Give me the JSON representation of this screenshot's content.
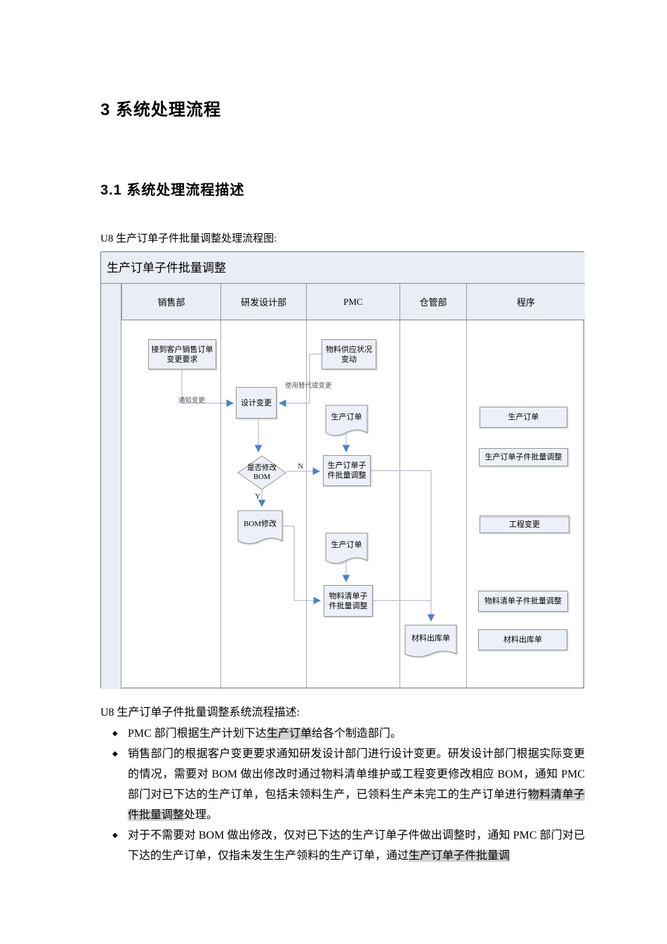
{
  "page": {
    "heading1": "3 系统处理流程",
    "heading2": "3.1 系统处理流程描述",
    "chart_caption": "U8 生产订单子件批量调整处理流程图:"
  },
  "flowchart": {
    "title": "生产订单子件批量调整",
    "lanes": [
      "销售部",
      "研发设计部",
      "PMC",
      "仓管部",
      "程序"
    ],
    "nodes": {
      "sales_request": "接到客户销售订单变更要求",
      "material_supply": "物料供应状况变动",
      "design_change": "设计变更",
      "decision_bom": "是否修改BOM",
      "bom_modify": "BOM修改",
      "prod_order_doc1": "生产订单",
      "prod_order_adjust": "生产订单子件批量调整",
      "prod_order_doc2": "生产订单",
      "bom_adjust": "物料清单子件批量调整",
      "material_out_doc": "材料出库单",
      "prog_prod_order": "生产订单",
      "prog_prod_order_adjust": "生产订单子件批量调整",
      "prog_eng_change": "工程变更",
      "prog_bom_adjust": "物料清单子件批量调整",
      "prog_material_out": "材料出库单"
    },
    "labels": {
      "notify_change": "通知变更",
      "use_substitute": "使用替代或变更",
      "yes": "Y",
      "no": "N"
    }
  },
  "description": {
    "title": "U8 生产订单子件批量调整系统流程描述:",
    "bullet_glyph": "◆",
    "bullets": [
      {
        "before": "PMC 部门根据生产计划下达",
        "highlight": "生产订单",
        "after": "给各个制造部门。"
      },
      {
        "before": "销售部门的根据客户变更要求通知研发设计部门进行设计变更。研发设计部门根据实际变更的情况，需要对 BOM 做出修改时通过物料清单维护或工程变更修改相应 BOM，通知 PMC 部门对已下达的生产订单，包括未领料生产，已领料生产未完工的生产订单进行",
        "highlight": "物料清单子件批量调整",
        "after": "处理。"
      },
      {
        "before": "对于不需要对 BOM 做出修改，仅对已下达的生产订单子件做出调整时，通知 PMC 部门对已下达的生产订单，仅指未发生生产领料的生产订单，通过",
        "highlight": "生产订单子件批量调",
        "after": ""
      }
    ]
  },
  "colors": {
    "node_fill": "#edf0f8",
    "node_border": "#969696",
    "lane_header_fill": "#e9edf6",
    "connector_line": "#b2bfd6",
    "arrow_blue": "#4f81bd",
    "highlight_gray": "#d2d2d2"
  }
}
